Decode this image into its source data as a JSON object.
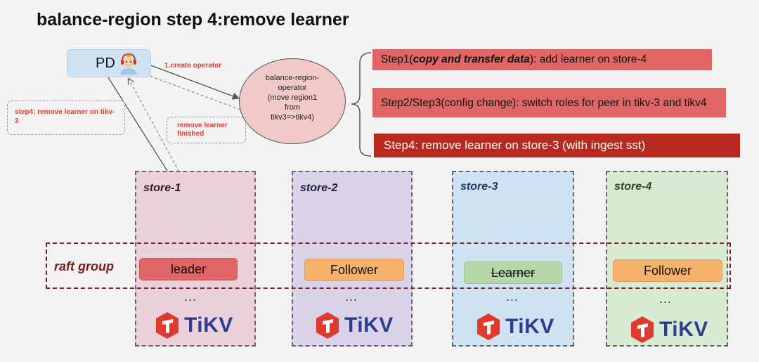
{
  "title": "balance-region step 4:remove learner",
  "pd": {
    "label": "PD"
  },
  "annotations": {
    "create_operator": "1.create operator",
    "remove_learner_callout": "step4: remove learner on tikv-3",
    "remove_learner_finished": "remove learner finished"
  },
  "operator": {
    "lines": [
      "balance-region-",
      "operator",
      "(move region1",
      "from",
      "tikv3=>tikv4)"
    ]
  },
  "steps": {
    "step1_prefix": "Step1(",
    "step1_emphasis": "copy and transfer data",
    "step1_suffix": "): add learner on store-4",
    "step23": "Step2/Step3(config change): switch roles for peer in tikv-3 and tikv4",
    "step4": "Step4: remove learner on store-3 (with ingest sst)"
  },
  "raft_group_label": "raft group",
  "stores": [
    {
      "name": "store-1",
      "role": "leader",
      "dots": "...",
      "logo": "TiKV"
    },
    {
      "name": "store-2",
      "role": "Follower",
      "dots": "...",
      "logo": "TiKV"
    },
    {
      "name": "store-3",
      "role": "Learner",
      "dots": "...",
      "logo": "TiKV"
    },
    {
      "name": "store-4",
      "role": "Follower",
      "dots": "...",
      "logo": "TiKV"
    }
  ],
  "colors": {
    "store1_bg": "#ead1dc",
    "store2_bg": "#d9d2e9",
    "store3_bg": "#cfe2f3",
    "store4_bg": "#d9ead3",
    "leader": "#e06666",
    "follower": "#f6b26b",
    "learner": "#b6d7a8",
    "step_red": "#e06666",
    "step_dark_red": "#b72a1f",
    "raft_border": "#7a1d1d",
    "tikv_red": "#e03a2f",
    "tikv_blue": "#2c3e8f"
  },
  "icons": {
    "pd_avatar": "support-agent-icon",
    "tikv_logo": "tikv-logo-icon"
  }
}
